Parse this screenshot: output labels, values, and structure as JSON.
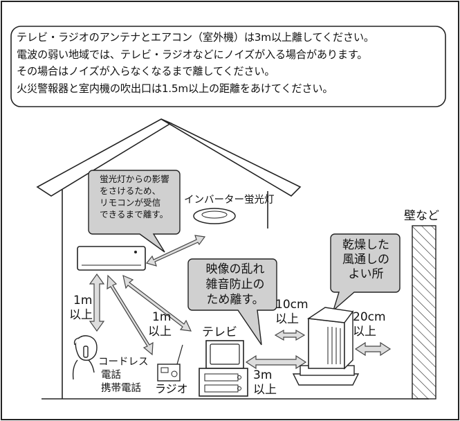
{
  "notice": [
    "テレビ・ラジオのアンテナとエアコン（室外機）は3m以上離してください。",
    "電波の弱い地域では、テレビ・ラジオなどにノイズが入る場合があります。",
    "その場合はノイズが入らなくなるまで離してください。",
    "火災警報器と室内機の吹出口は1.5m以上の距離をあけてください。"
  ],
  "callouts": {
    "fluorescent": [
      "蛍光灯からの影響",
      "をさけるため、",
      "リモコンが受信",
      "できるまで離す。"
    ],
    "noise": [
      "映像の乱れ",
      "雑音防止の",
      "ため離す。"
    ],
    "dry": [
      "乾燥した",
      "風通しの",
      "よい所"
    ]
  },
  "labels": {
    "inverter_light": "インバーター蛍光灯",
    "wall": "壁など",
    "tv": "テレビ",
    "radio": "ラジオ",
    "phone": [
      "コードレス",
      "電話",
      "携帯電話"
    ],
    "dist_phone": [
      "1m",
      "以上"
    ],
    "dist_radio": [
      "1m",
      "以上"
    ],
    "dist_tv": [
      "3m",
      "以上"
    ],
    "dist_10cm": [
      "10cm",
      "以上"
    ],
    "dist_20cm": [
      "20cm",
      "以上"
    ]
  }
}
